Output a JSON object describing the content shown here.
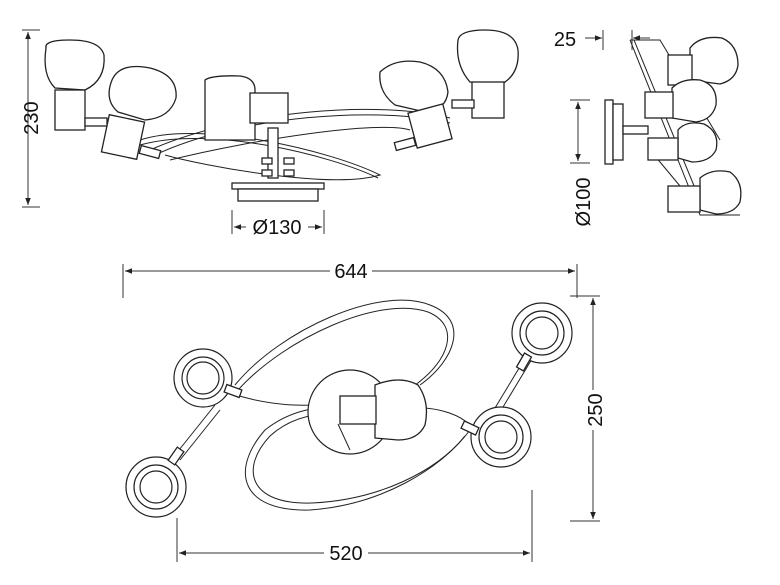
{
  "dimensions": {
    "height_front": "230",
    "base_diameter": "Ø130",
    "side_depth": "25",
    "side_base": "Ø100",
    "width_top": "644",
    "depth_top": "250",
    "width_bottom": "520"
  },
  "colors": {
    "line": "#222222",
    "background": "#ffffff"
  }
}
